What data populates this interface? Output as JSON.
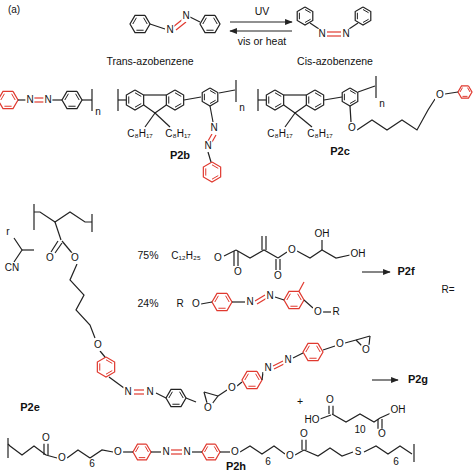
{
  "diagram": {
    "labels": [
      "(a)",
      "Trans-azobenzene",
      "UV",
      "vis or heat",
      "Cis-azobenzene",
      "N",
      "N",
      "N",
      "N",
      "N",
      "N",
      "n",
      "C₈H₁₇",
      "C₈H₁₇",
      "n",
      "N",
      "N",
      "P2b",
      "C₈H₁₇",
      "C₈H₁₇",
      "n",
      "O",
      "O",
      "P2c",
      "r",
      "CN",
      "O",
      "O",
      "O",
      "N",
      "N",
      "P2e",
      "75%",
      "C₁₂H₂₅",
      "O",
      "O",
      "O",
      "O",
      "OH",
      "OH",
      "P2f",
      "R=",
      "24%",
      "R",
      "O",
      "N",
      "N",
      "O",
      "R",
      "O",
      "O",
      "N",
      "N",
      "O",
      "O",
      "P2g",
      "+",
      "O",
      "HO",
      "10",
      "OH",
      "O",
      "O",
      "O",
      "6",
      "O",
      "N",
      "N",
      "O",
      "6",
      "O",
      "O",
      "S",
      "6",
      "P2h"
    ]
  }
}
